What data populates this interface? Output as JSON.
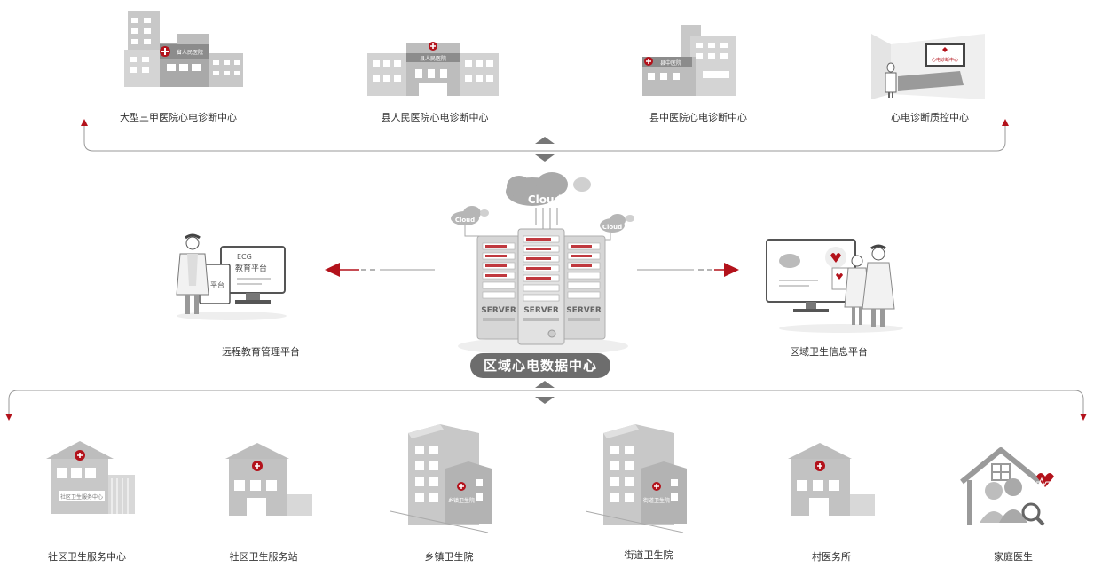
{
  "top_nodes": [
    {
      "label": "大型三甲医院心电诊断中心",
      "sign": "省人民医院"
    },
    {
      "label": "县人民医院心电诊断中心",
      "sign": "县人民医院"
    },
    {
      "label": "县中医院心电诊断中心",
      "sign": "县中医院"
    },
    {
      "label": "心电诊断质控中心",
      "screen": "心电诊断中心"
    }
  ],
  "center": {
    "title": "区域心电数据中心",
    "cloud_main": "Cloud",
    "cloud_left": "Cloud",
    "cloud_right": "Cloud",
    "server_label": "SERVER"
  },
  "left_platform": {
    "label": "远程教育管理平台",
    "screen_line1": "ECG",
    "screen_line2": "教育平台",
    "tablet_text": "平台"
  },
  "right_platform": {
    "label": "区域卫生信息平台"
  },
  "bottom_nodes": [
    {
      "label": "社区卫生服务中心",
      "sign": "社区卫生服务中心"
    },
    {
      "label": "社区卫生服务站"
    },
    {
      "label": "乡镇卫生院",
      "sign": "乡镇卫生院"
    },
    {
      "label": "街道卫生院",
      "sign": "街道卫生院"
    },
    {
      "label": "村医务所"
    },
    {
      "label": "家庭医生"
    }
  ],
  "colors": {
    "accent": "#b3121b",
    "line": "#9a9a9a",
    "building": "#c8c8c8",
    "dark": "#6d6d6d"
  }
}
